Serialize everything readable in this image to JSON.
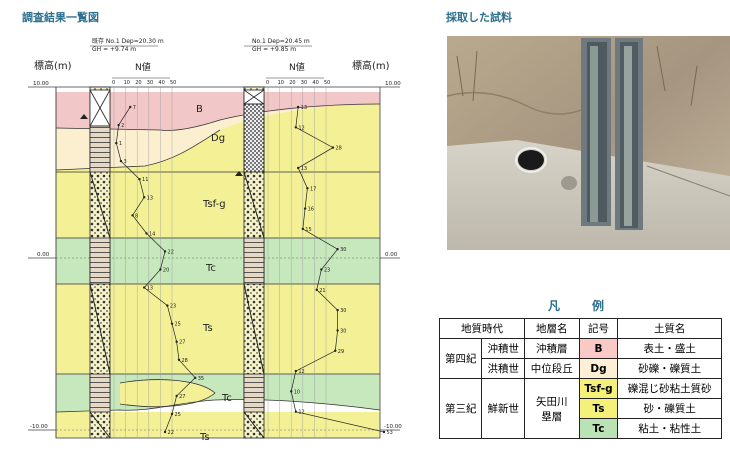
{
  "titles": {
    "main": "調査結果一覧図",
    "photo": "採取した試料"
  },
  "diagram": {
    "elev_label_left": "標高(m)",
    "elev_label_right": "標高(m)",
    "elev_ticks": [
      "10.00",
      "0.00",
      "-10.00"
    ],
    "boring1": {
      "line1": "既存 No.1 Dep=20.30 m",
      "line2": "GH = +9.74 m"
    },
    "boring2": {
      "line1": "No.1 Dep=20.45 m",
      "line2": "GH = +9.85 m"
    },
    "n_axis_title": "N値",
    "n_ticks": [
      "0",
      "10",
      "20",
      "30",
      "40",
      "50"
    ],
    "layer_labels": {
      "b": "B",
      "dg": "Dg",
      "tsfg": "Tsf-g",
      "tc": "Tc",
      "ts": "Ts",
      "tc2": "Tc",
      "ts2": "Ts"
    },
    "n_values_1": [
      "7",
      "2",
      "1",
      "3",
      "11",
      "13",
      "8",
      "14",
      "22",
      "20",
      "13",
      "23",
      "25",
      "27",
      "28",
      "35",
      "27",
      "25",
      "22"
    ],
    "n_values_2": [
      "13",
      "12",
      "28",
      "13",
      "17",
      "16",
      "15",
      "30",
      "23",
      "21",
      "30",
      "30",
      "29",
      "12",
      "10",
      "12",
      "53"
    ],
    "colors": {
      "b": "#f2c7c7",
      "dg": "#fcefcf",
      "ts": "#f3f096",
      "tc": "#c6e8bc"
    }
  },
  "legend": {
    "title": "凡　例",
    "headers": [
      "地質時代",
      "地層名",
      "記号",
      "土質名"
    ],
    "rows": [
      {
        "period": "第四紀",
        "epoch": "沖積世",
        "formation": "沖積層",
        "symbol": "B",
        "soil": "表土・盛土",
        "color": "#f9c9c6"
      },
      {
        "period": "",
        "epoch": "洪積世",
        "formation": "中位段丘",
        "symbol": "Dg",
        "soil": "砂礫・礫質土",
        "color": "#fdeed6"
      },
      {
        "period": "第三紀",
        "epoch": "鮮新世",
        "formation": "矢田川\n塁層",
        "symbol": "Tsf-g",
        "soil": "礫混じ砂粘土質砂",
        "color": "#f5f07a"
      },
      {
        "period": "",
        "epoch": "",
        "formation": "",
        "symbol": "Ts",
        "soil": "砂・礫質土",
        "color": "#f5f07a"
      },
      {
        "period": "",
        "epoch": "",
        "formation": "",
        "symbol": "Tc",
        "soil": "粘土・粘性土",
        "color": "#b9e3b4"
      }
    ]
  }
}
